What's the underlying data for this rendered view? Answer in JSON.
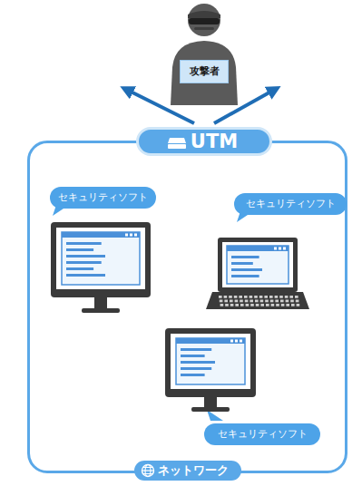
{
  "diagram": {
    "nodes": [
      {
        "text": [
          "攻撃者"
        ]
      },
      {
        "text": [
          "UTM"
        ]
      },
      {
        "text": [
          "ネットワーク"
        ]
      },
      {
        "text": [
          "セキュリティソフト"
        ],
        "in": 2
      },
      {
        "text": [
          "セキュリティソフト"
        ],
        "in": 2
      },
      {
        "text": [
          "セキュリティソフト"
        ],
        "in": 2
      }
    ]
  }
}
